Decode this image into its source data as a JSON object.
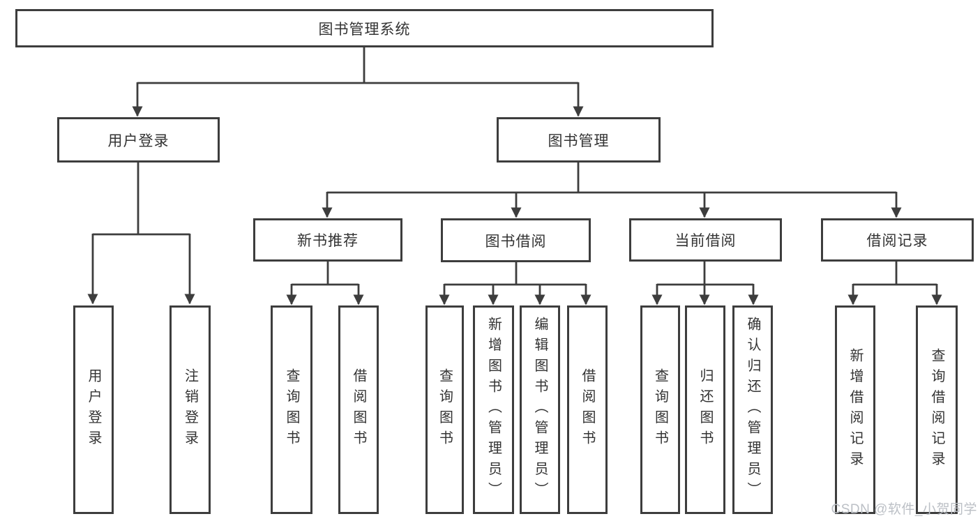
{
  "diagram_title": "图书管理系统",
  "nodes": {
    "root": {
      "label": "图书管理系统"
    },
    "level2": [
      {
        "label": "用户登录"
      },
      {
        "label": "图书管理"
      }
    ],
    "level3": [
      {
        "label": "新书推荐",
        "parent": "图书管理"
      },
      {
        "label": "图书借阅",
        "parent": "图书管理"
      },
      {
        "label": "当前借阅",
        "parent": "图书管理"
      },
      {
        "label": "借阅记录",
        "parent": "图书管理"
      }
    ],
    "leaves": [
      {
        "label": "用户登录",
        "parent": "用户登录"
      },
      {
        "label": "注销登录",
        "parent": "用户登录"
      },
      {
        "label": "查询图书",
        "parent": "新书推荐"
      },
      {
        "label": "借阅图书",
        "parent": "新书推荐"
      },
      {
        "label": "查询图书",
        "parent": "图书借阅"
      },
      {
        "label": "新增图书（管理员）",
        "parent": "图书借阅"
      },
      {
        "label": "编辑图书（管理员）",
        "parent": "图书借阅"
      },
      {
        "label": "借阅图书",
        "parent": "图书借阅"
      },
      {
        "label": "查询图书",
        "parent": "当前借阅"
      },
      {
        "label": "归还图书",
        "parent": "当前借阅"
      },
      {
        "label": "确认归还（管理员）",
        "parent": "当前借阅"
      },
      {
        "label": "新增借阅记录",
        "parent": "借阅记录"
      },
      {
        "label": "查询借阅记录",
        "parent": "借阅记录"
      }
    ]
  },
  "watermark": "CSDN @软件_小贺同学",
  "colors": {
    "line": "#3d3d3d",
    "text": "#333333",
    "watermark": "#bcc0c6",
    "background": "#ffffff"
  }
}
